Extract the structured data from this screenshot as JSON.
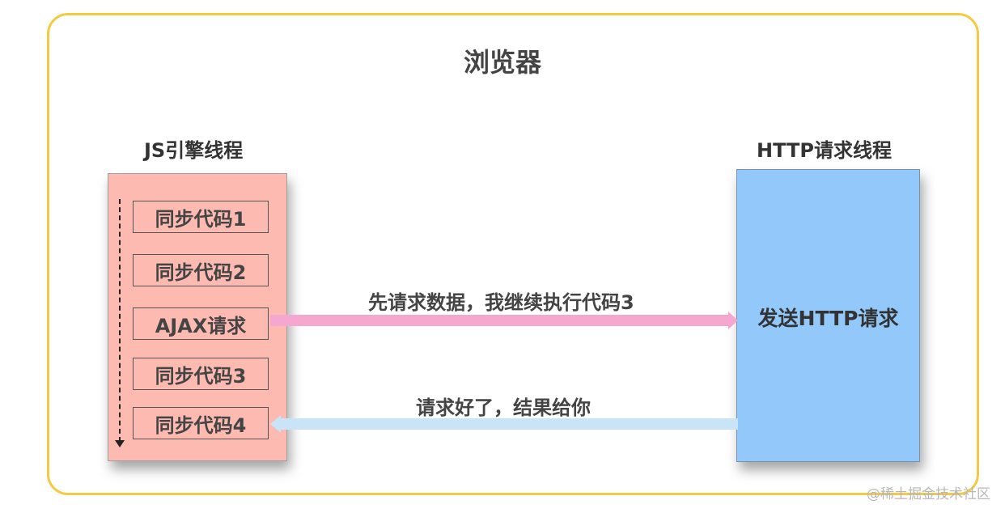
{
  "title": "浏览器",
  "js_thread": {
    "label": "JS引擎线程",
    "steps": [
      "同步代码1",
      "同步代码2",
      "AJAX请求",
      "同步代码3",
      "同步代码4"
    ]
  },
  "http_thread": {
    "label": "HTTP请求线程",
    "action": "发送HTTP请求"
  },
  "arrows": {
    "request_label": "先请求数据，我继续执行代码3",
    "response_label": "请求好了，结果给你"
  },
  "watermark": "@稀土掘金技术社区",
  "colors": {
    "frame_border": "#f5c942",
    "js_panel": "#fdbab1",
    "http_panel": "#92c8fa",
    "request_arrow": "#f6a7d0",
    "response_arrow": "#c9e3f7"
  }
}
